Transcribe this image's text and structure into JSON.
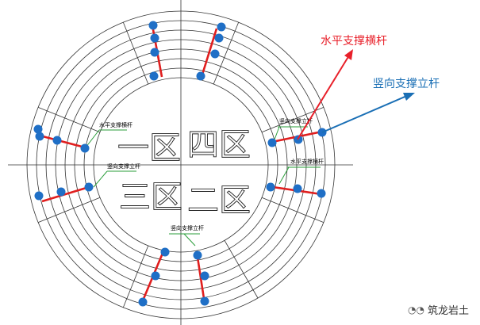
{
  "callouts": {
    "horizontal": {
      "text": "水平支撑横杆",
      "color": "#e8202a"
    },
    "vertical": {
      "text": "竖向支撑立杆",
      "color": "#1a6fb5"
    }
  },
  "zones": {
    "zone1": "一区",
    "zone2": "二区",
    "zone3": "三区",
    "zone4": "四区"
  },
  "small_labels": {
    "left_top": "水平支撑横杆",
    "left_bottom": "竖向支撑立杆",
    "right_top": "竖向支撑立杆",
    "right_bottom": "水平支撑横杆",
    "bottom": "竖向支撑立杆"
  },
  "watermark": {
    "text": "筑龙岩土",
    "icon": "wechat-icon"
  },
  "colors": {
    "rod": "#e01e1e",
    "node": "#1f6fc6",
    "leader": "#2a9d3a"
  }
}
